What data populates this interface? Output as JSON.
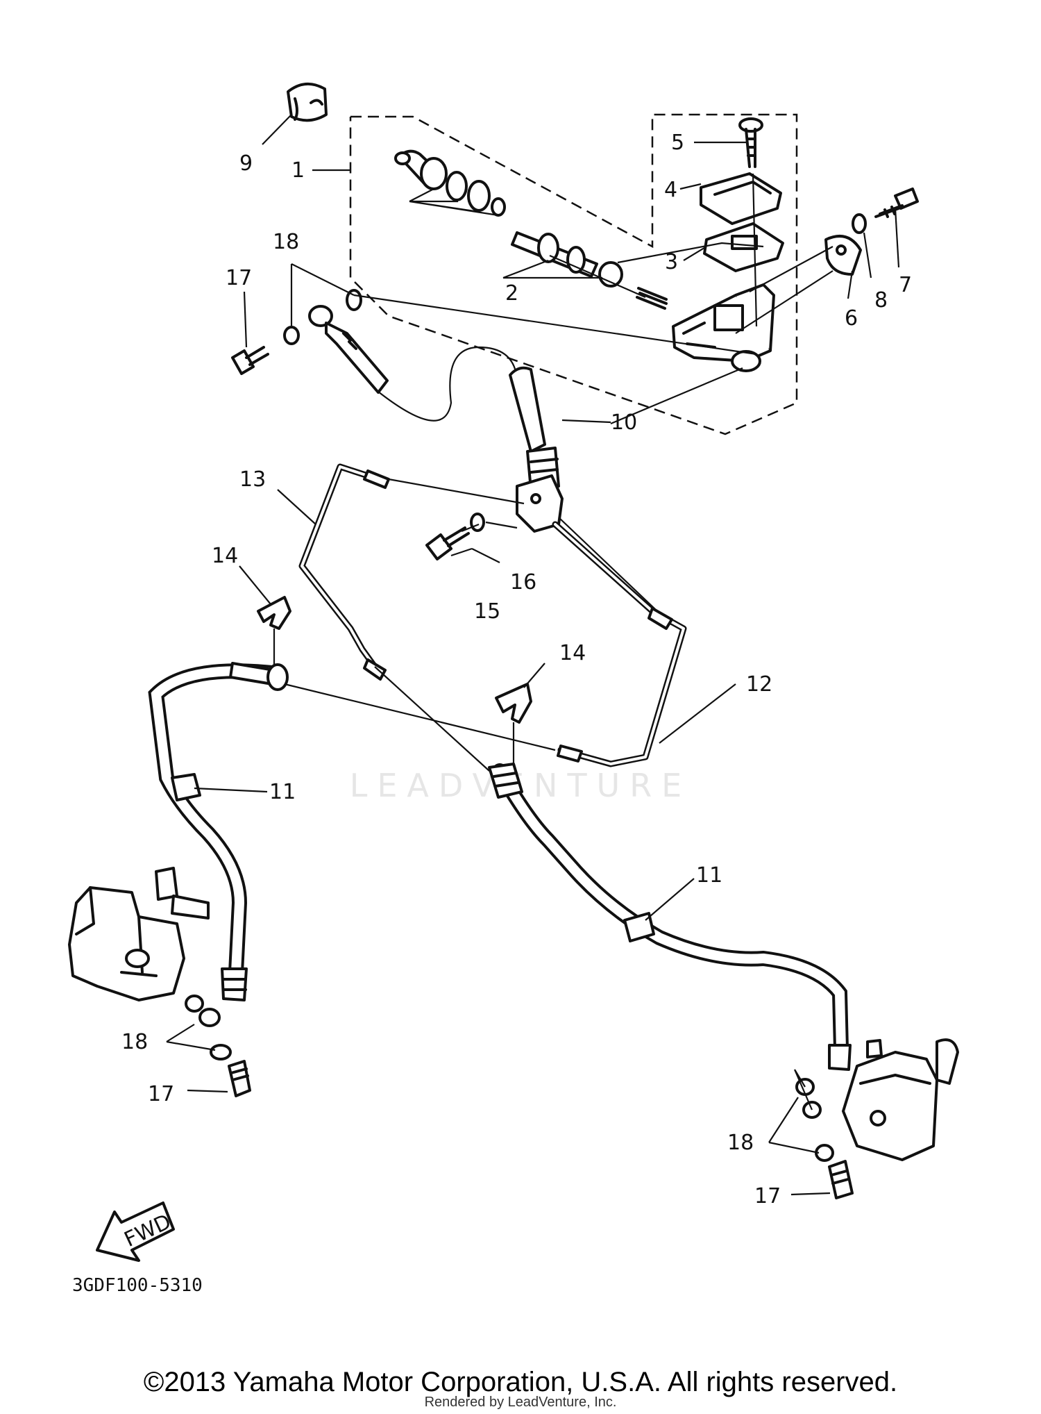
{
  "callouts": {
    "c1": "1",
    "c2": "2",
    "c3": "3",
    "c4": "4",
    "c5": "5",
    "c6": "6",
    "c7": "7",
    "c8": "8",
    "c9": "9",
    "c10": "10",
    "c11a": "11",
    "c11b": "11",
    "c12": "12",
    "c13": "13",
    "c14a": "14",
    "c14b": "14",
    "c15": "15",
    "c16": "16",
    "c17a": "17",
    "c17b": "17",
    "c17c": "17",
    "c18a": "18",
    "c18b": "18",
    "c18c": "18"
  },
  "fwd_label": "FWD",
  "part_number": "3GDF100-5310",
  "watermark": "LEADVENTURE",
  "copyright": "©2013 Yamaha Motor Corporation, U.S.A. All rights reserved.",
  "rendered_by": "Rendered by LeadVenture, Inc."
}
